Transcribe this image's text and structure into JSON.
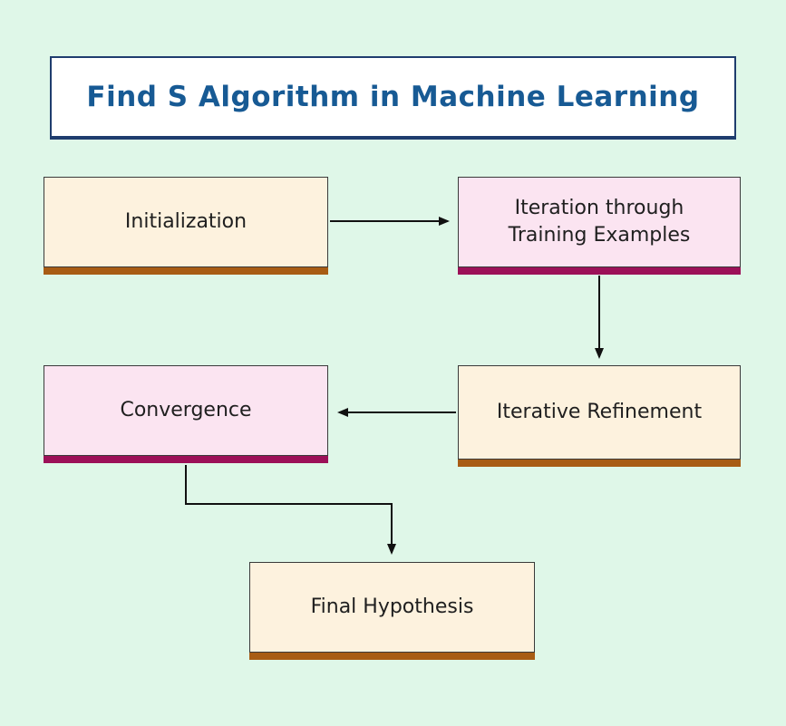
{
  "title": "Find S Algorithm in Machine Learning",
  "nodes": [
    {
      "id": "initialization",
      "label": "Initialization",
      "variant": "cream"
    },
    {
      "id": "iteration-through-training-examples",
      "label": "Iteration through Training Examples",
      "variant": "pink"
    },
    {
      "id": "iterative-refinement",
      "label": "Iterative Refinement",
      "variant": "cream"
    },
    {
      "id": "convergence",
      "label": "Convergence",
      "variant": "pink"
    },
    {
      "id": "final-hypothesis",
      "label": "Final Hypothesis",
      "variant": "cream"
    }
  ],
  "edges": [
    {
      "from": "initialization",
      "to": "iteration-through-training-examples"
    },
    {
      "from": "iteration-through-training-examples",
      "to": "iterative-refinement"
    },
    {
      "from": "iterative-refinement",
      "to": "convergence"
    },
    {
      "from": "convergence",
      "to": "final-hypothesis"
    }
  ],
  "colors": {
    "background": "#dff7e8",
    "title_text": "#175a94",
    "title_border": "#1f3d6e",
    "node_cream_fill": "#fdf2de",
    "node_cream_shadow": "#a85c14",
    "node_pink_fill": "#fbe4f1",
    "node_pink_shadow": "#9c1058",
    "arrow": "#111111"
  }
}
